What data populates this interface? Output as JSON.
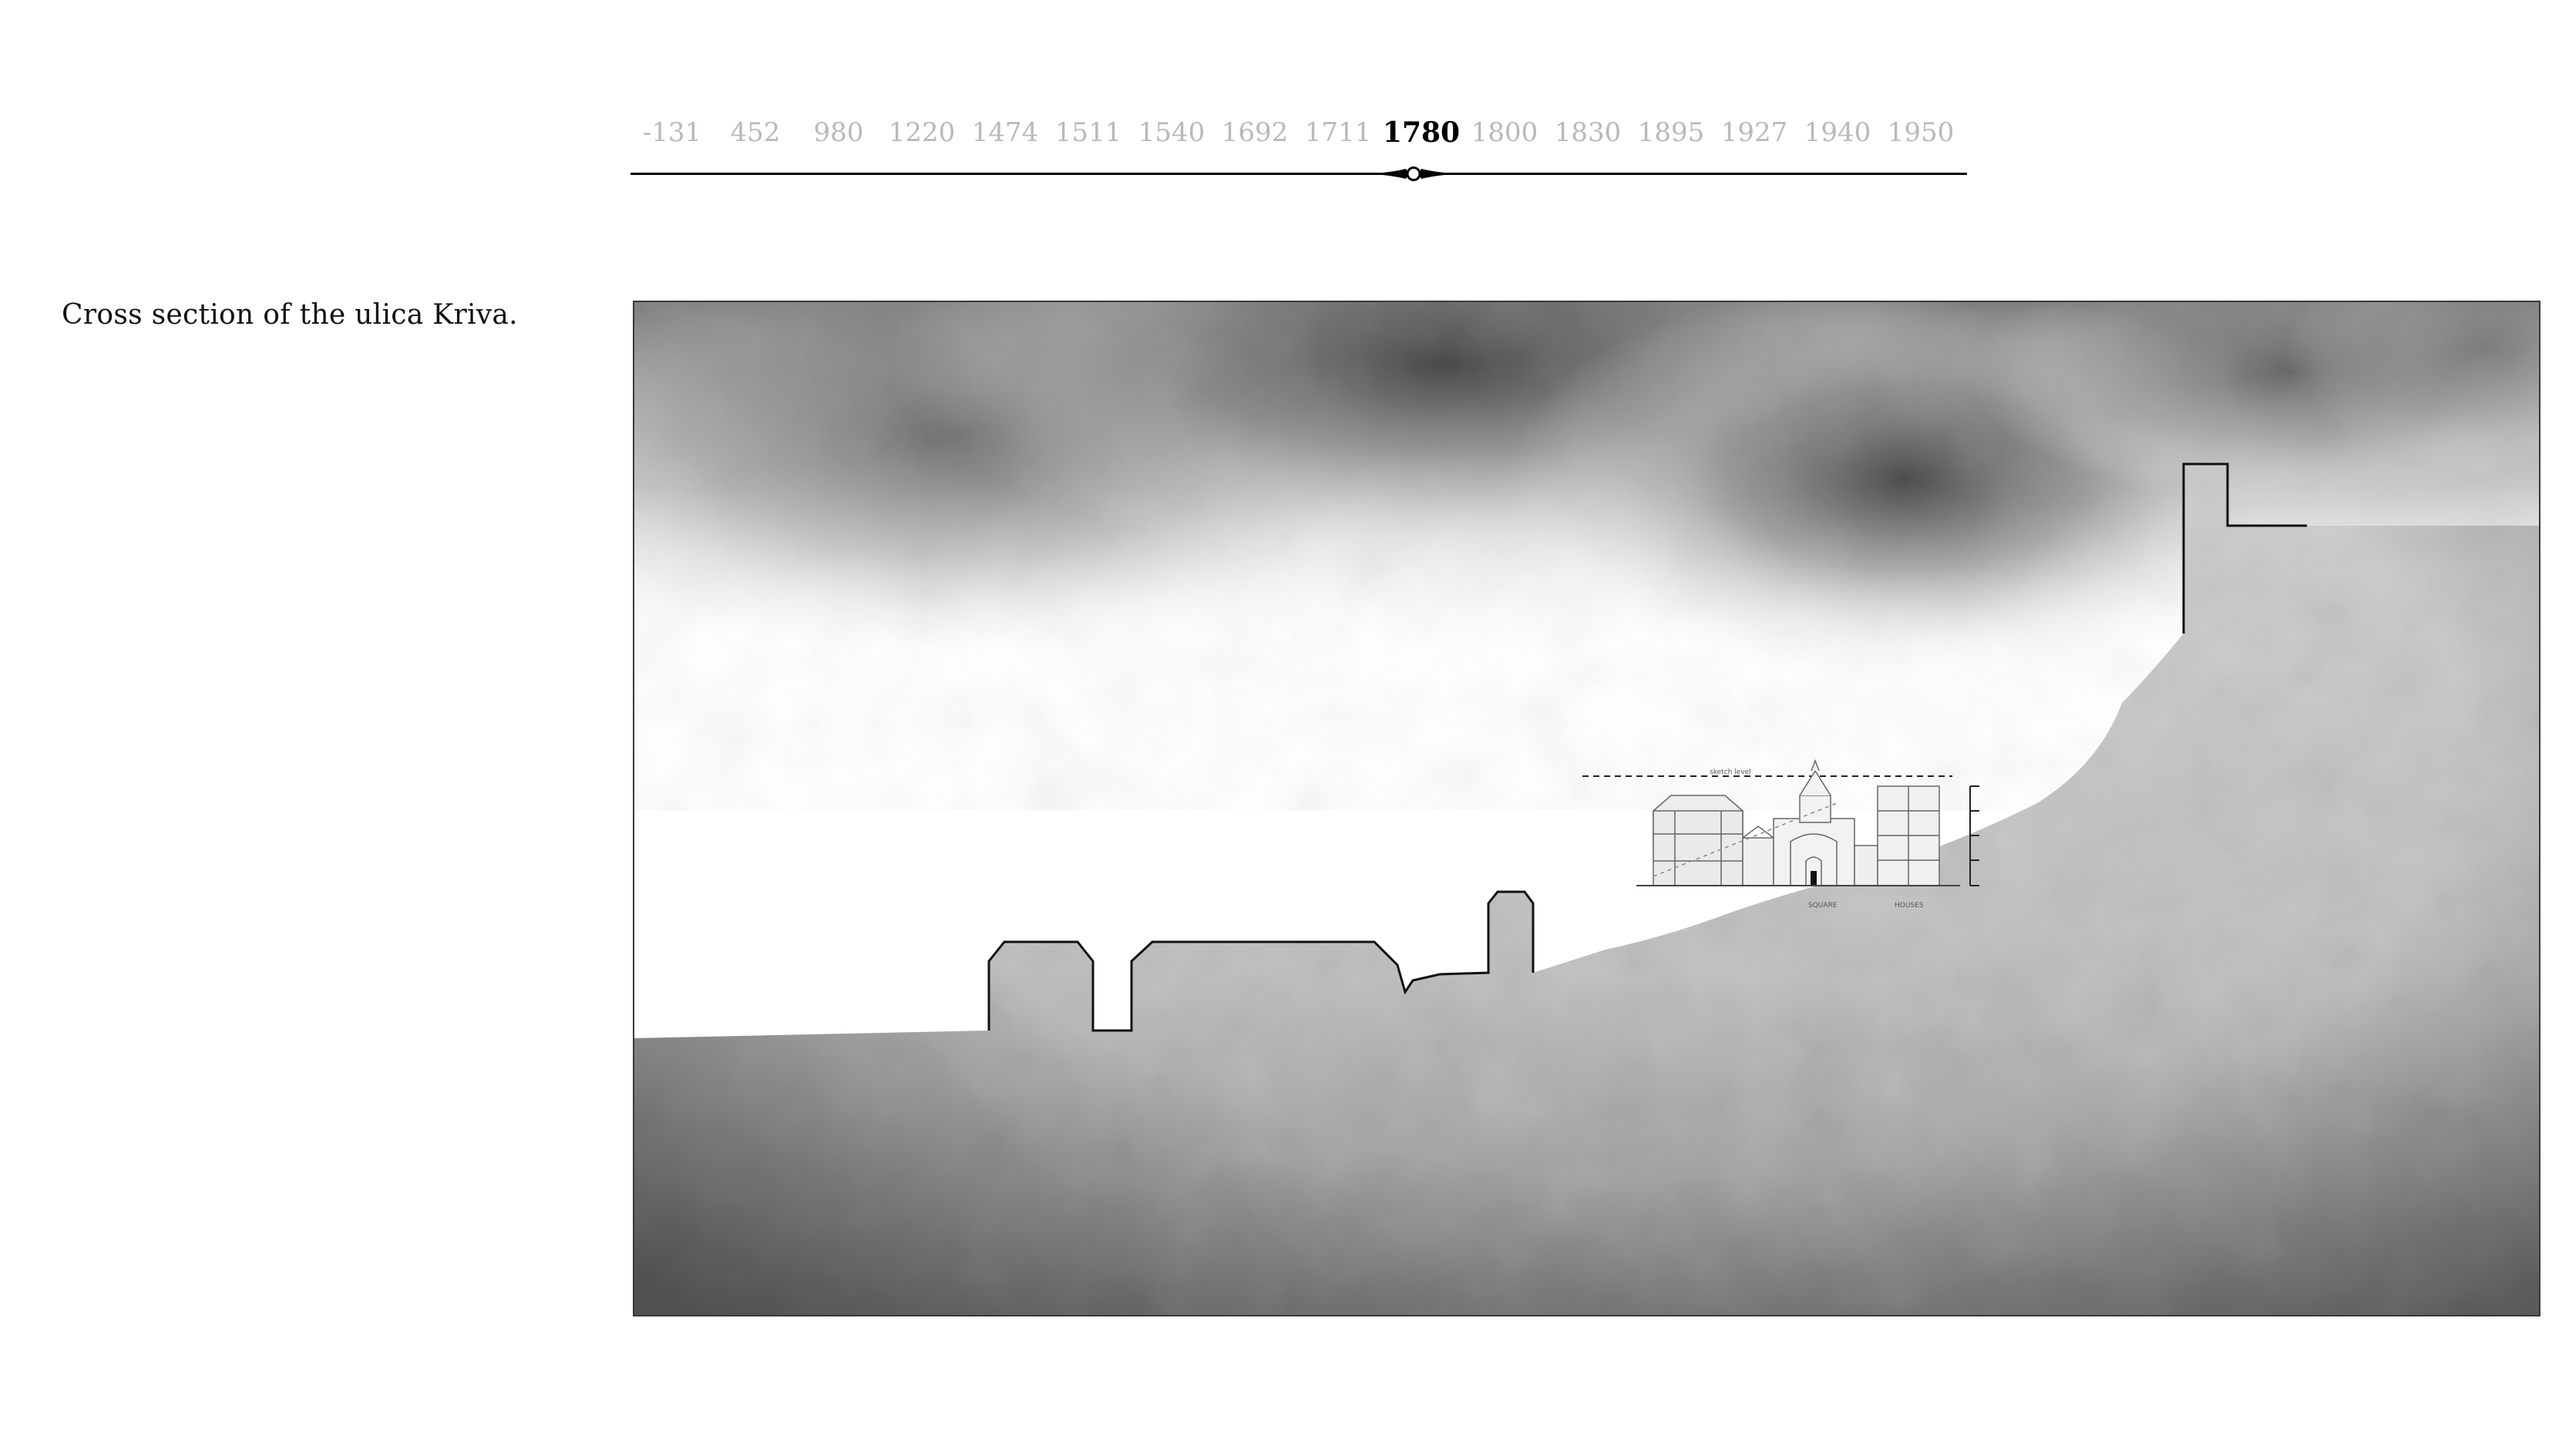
{
  "timeline": {
    "years": [
      "-131",
      "452",
      "980",
      "1220",
      "1474",
      "1511",
      "1540",
      "1692",
      "1711",
      "1780",
      "1800",
      "1830",
      "1895",
      "1927",
      "1940",
      "1950"
    ],
    "active_year": "1780"
  },
  "caption": "Cross section of the ulica Kriva.",
  "section": {
    "labels": {
      "top": "sketch level",
      "square": "SQUARE",
      "houses": "HOUSES"
    },
    "colors": {
      "ground": "#c9c9c9",
      "outline": "#111111",
      "sky_cloud": "#4a4a4a"
    }
  }
}
